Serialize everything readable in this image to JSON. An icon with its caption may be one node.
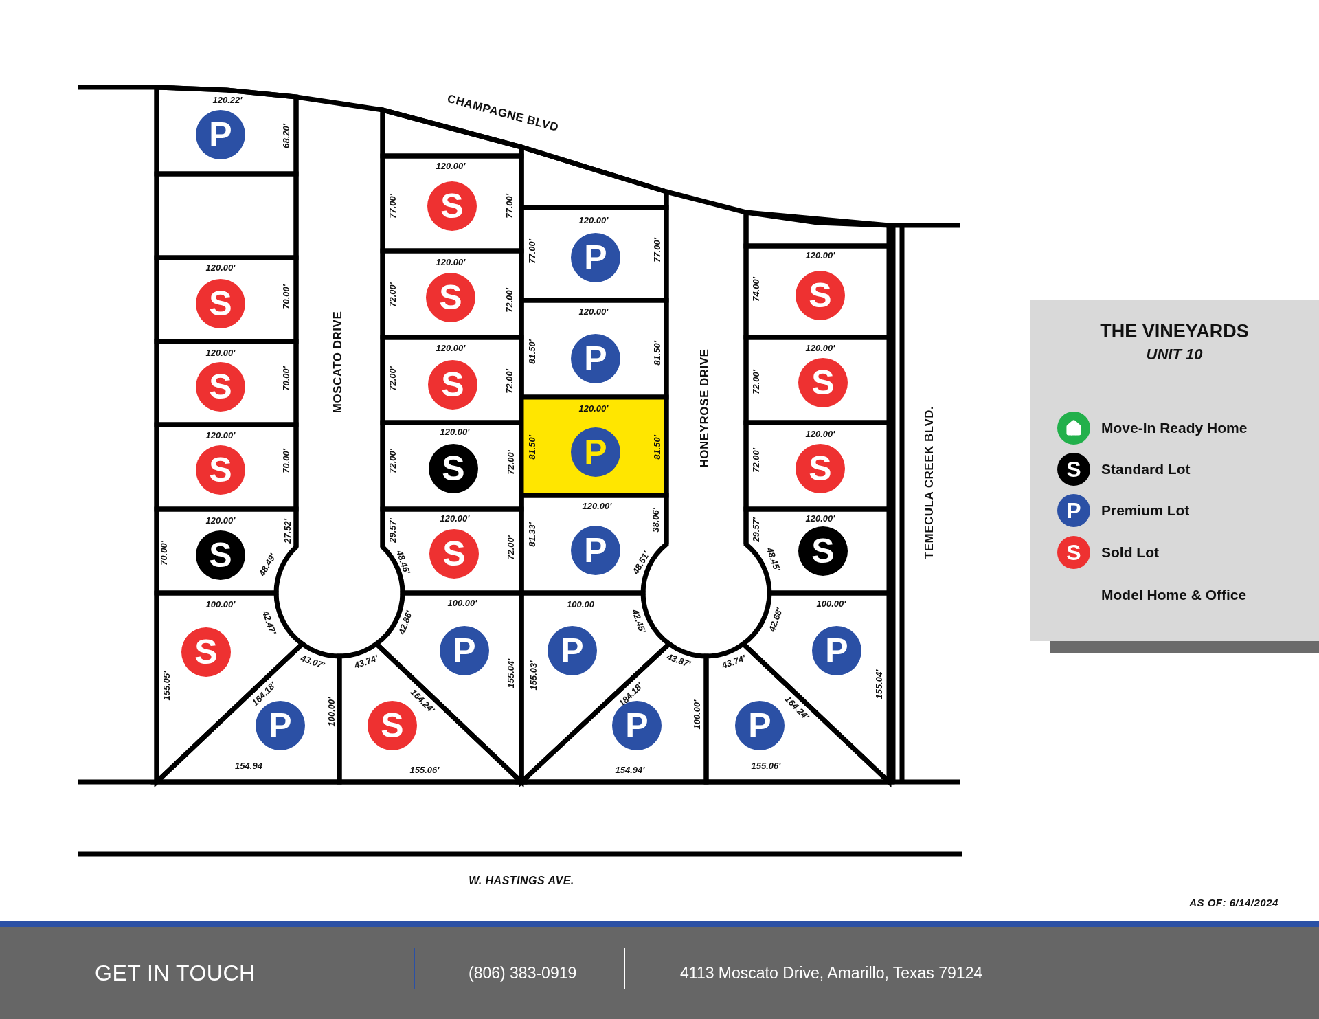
{
  "diagram": {
    "title": "THE VINEYARDS",
    "nodes": [
      {
        "text": [
          "120.22'",
          "P",
          "68.20'"
        ]
      },
      {
        "text": [],
        "shape": "box"
      },
      {
        "text": [
          "120.00'",
          "S",
          "70.00'"
        ]
      },
      {
        "text": [
          "120.00'",
          "S",
          "70.00'"
        ]
      },
      {
        "text": [
          "120.00'",
          "S",
          "70.00'"
        ]
      },
      {
        "text": [
          "120.00'",
          "27.52'",
          "S",
          "70.00'",
          "48.49'"
        ]
      },
      {
        "text": [],
        "shape": "box"
      },
      {
        "text": [
          "120.00'",
          "S",
          "77.00'",
          "77.00'"
        ]
      },
      {
        "text": [
          "120.00'",
          "S",
          "72.00'",
          "72.00'"
        ]
      },
      {
        "text": [
          "120.00'",
          "S",
          "72.00'",
          "72.00'"
        ]
      },
      {
        "text": [
          "120.00'",
          "S",
          "72.00'",
          "72.00'"
        ]
      },
      {
        "text": [
          "120.00'",
          "29.57'",
          "S",
          "72.00'",
          "48.46'"
        ]
      },
      {
        "text": [],
        "shape": "box"
      },
      {
        "text": [
          "120.00'",
          "P",
          "77.00'",
          "77.00'"
        ]
      },
      {
        "text": [
          "120.00'",
          "P",
          "81.50'",
          "81.50'"
        ]
      },
      {
        "text": [
          "120.00'",
          "P",
          "81.50'",
          "81.50'"
        ]
      },
      {
        "text": [
          "120.00'",
          "38.06'",
          "81.33'",
          "P",
          "48.51'"
        ]
      },
      {
        "text": [],
        "shape": "box"
      },
      {
        "text": [
          "120.00'",
          "S",
          "74.00'"
        ]
      },
      {
        "text": [
          "120.00'",
          "S",
          "72.00'"
        ]
      },
      {
        "text": [
          "120.00'",
          "S",
          "72.00'"
        ]
      },
      {
        "text": [
          "120.00'",
          "29.57'",
          "S",
          "48.45'"
        ]
      },
      {
        "text": [
          "100.00'",
          "42.47'",
          "S",
          "155.05'"
        ]
      },
      {
        "text": [
          "43.07'",
          "164.18'",
          "100.00'",
          "P",
          "154.94"
        ]
      },
      {
        "text": [
          "43.74'",
          "164.24'",
          "S",
          "155.06'"
        ]
      },
      {
        "text": [
          "100.00'",
          "42.86'",
          "P",
          "155.04'"
        ]
      },
      {
        "text": [
          "100.00",
          "42.45'",
          "P",
          "155.03'"
        ]
      },
      {
        "text": [
          "43.87'",
          "184.18'",
          "100.00'",
          "P",
          "154.94'"
        ]
      },
      {
        "text": [
          "43.74'",
          "164.24'",
          "P",
          "155.06'"
        ]
      },
      {
        "text": [
          "100.00'",
          "42.68'",
          "P",
          "155.04'"
        ]
      }
    ],
    "labels": [
      "CHAMPAGNE BLVD",
      "MOSCATO DRIVE",
      "HONEYROSE DRIVE",
      "TEMECULA CREEK BLVD.",
      "UNIT 10",
      "S",
      "P",
      "S",
      "W. HASTINGS AVE.",
      "AS OF: 6/14/2024",
      "GET IN TOUCH",
      "(806) 383-0919",
      "4113 Moscato Drive, Amarillo, Texas 79124"
    ],
    "legend": [
      {
        "text": "Move-In Ready Home",
        "color": "#22b04b"
      },
      {
        "text": "Standard Lot",
        "color": "#000000"
      },
      {
        "text": "Premium Lot",
        "color": "#2b50a5"
      },
      {
        "text": "Sold Lot",
        "color": "#ee3131"
      },
      {
        "text": "Model Home & Office"
      }
    ]
  }
}
